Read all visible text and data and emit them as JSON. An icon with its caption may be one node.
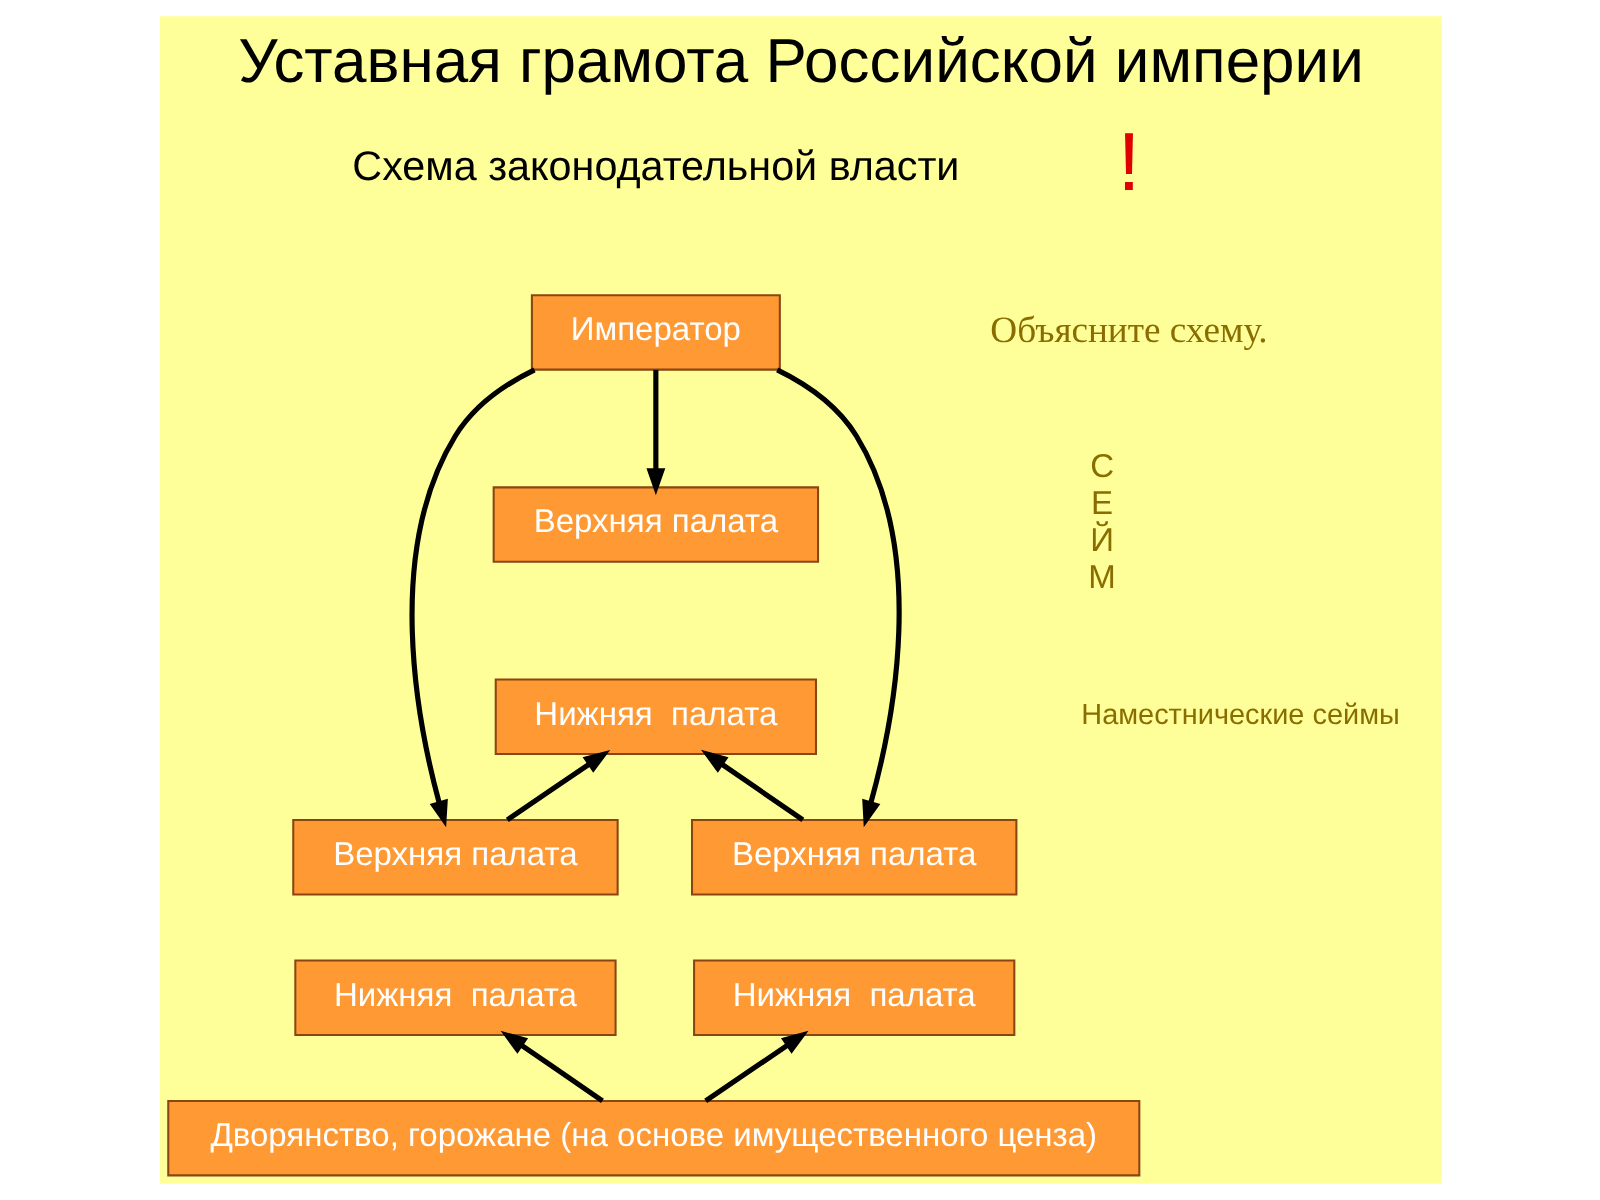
{
  "diagram": {
    "title": "Уставная грамота Российской империи",
    "nodes": [
      {
        "text": [
          "Император"
        ]
      },
      {
        "text": [
          "Верхняя палата"
        ]
      },
      {
        "text": [
          "Нижняя  палата"
        ]
      },
      {
        "text": [
          "Верхняя палата"
        ]
      },
      {
        "text": [
          "Нижняя  палата"
        ]
      },
      {
        "text": [
          "Верхняя палата"
        ]
      },
      {
        "text": [
          "Нижняя  палата"
        ]
      },
      {
        "text": [
          "Дворянство, горожане (на основе имущественного ценза)"
        ]
      }
    ],
    "edges": [
      {
        "from": 0,
        "to": 1,
        "arrow": "to"
      },
      {
        "from": 0,
        "to": 3,
        "arrow": "to"
      },
      {
        "from": 0,
        "to": 5,
        "arrow": "to"
      },
      {
        "from": 3,
        "to": 2,
        "arrow": "to"
      },
      {
        "from": 5,
        "to": 2,
        "arrow": "to"
      },
      {
        "from": 7,
        "to": 4,
        "arrow": "to"
      },
      {
        "from": 7,
        "to": 6,
        "arrow": "to"
      }
    ],
    "labels": [
      "Схема законодательной власти",
      "!",
      "Объясните схему.",
      "СЕЙМ",
      "Наместнические сеймы"
    ]
  }
}
